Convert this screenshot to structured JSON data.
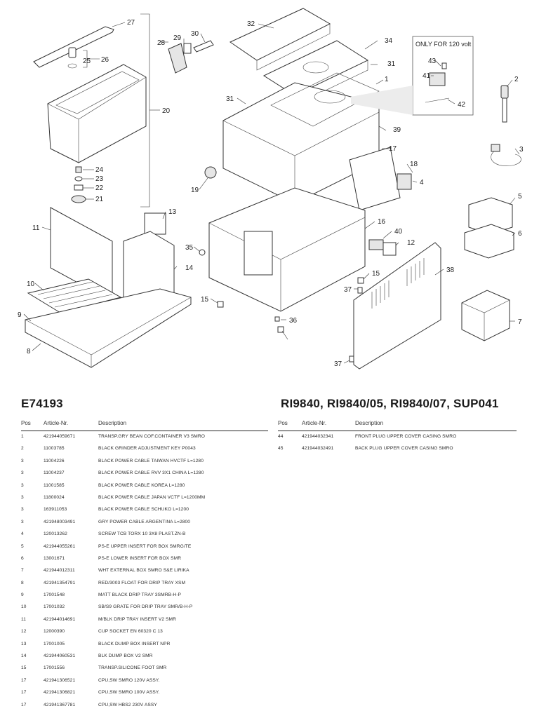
{
  "diagram": {
    "callouts": [
      "27",
      "26",
      "25",
      "20",
      "24",
      "23",
      "22",
      "21",
      "29",
      "30",
      "28",
      "32",
      "34",
      "31",
      "1",
      "31",
      "39",
      "17",
      "18",
      "4",
      "19",
      "13",
      "11",
      "35",
      "14",
      "10",
      "9",
      "8",
      "16",
      "40",
      "12",
      "15",
      "37",
      "36",
      "15",
      "38",
      "37",
      "2",
      "3",
      "5",
      "6",
      "7",
      "43",
      "41",
      "42"
    ],
    "note": "ONLY FOR 120 volt"
  },
  "left_table": {
    "title": "E74193",
    "headers": {
      "pos": "Pos",
      "article": "Article-Nr.",
      "description": "Description"
    },
    "rows": [
      {
        "pos": "1",
        "article": "421944059671",
        "description": "TRANSP.GRY BEAN COF.CONTAINER V3 SMRO"
      },
      {
        "pos": "2",
        "article": "11003785",
        "description": "BLACK GRINDER ADJUSTMENT KEY P0043"
      },
      {
        "pos": "3",
        "article": "11004226",
        "description": "BLACK POWER CABLE TAIWAN HVCTF L=1280"
      },
      {
        "pos": "3",
        "article": "11004237",
        "description": "BLACK POWER CABLE RVV 3X1 CHINA L=1280"
      },
      {
        "pos": "3",
        "article": "11001585",
        "description": "BLACK POWER CABLE KOREA L=1280"
      },
      {
        "pos": "3",
        "article": "11800024",
        "description": "BLACK POWER CABLE JAPAN VCTF L=1200MM"
      },
      {
        "pos": "3",
        "article": "163911053",
        "description": "BLACK POWER CABLE SCHUKO L=1200"
      },
      {
        "pos": "3",
        "article": "421948003491",
        "description": "GRY POWER CABLE ARGENTINA L=2800"
      },
      {
        "pos": "4",
        "article": "120013262",
        "description": "SCREW TCB TORX 10 3X8 PLAST.ZN-B"
      },
      {
        "pos": "5",
        "article": "421944055261",
        "description": "PS-E UPPER INSERT FOR BOX SMRG/TE"
      },
      {
        "pos": "6",
        "article": "13001671",
        "description": "PS-E LOWER INSERT FOR BOX SMR"
      },
      {
        "pos": "7",
        "article": "421944012311",
        "description": "WHT EXTERNAL BOX SMRO S&E LIRIKA"
      },
      {
        "pos": "8",
        "article": "421941354791",
        "description": "RED/3003 FLOAT FOR DRIP TRAY XSM"
      },
      {
        "pos": "9",
        "article": "17001548",
        "description": "MATT BLACK DRIP TRAY 3SMRB-H-P"
      },
      {
        "pos": "10",
        "article": "17001032",
        "description": "SB/S9 GRATE FOR DRIP TRAY SMR/B-H-P"
      },
      {
        "pos": "11",
        "article": "421944014691",
        "description": "M/BLK DRIP TRAY INSERT V2 SMR"
      },
      {
        "pos": "12",
        "article": "12000390",
        "description": "CUP SOCKET EN 60320 C 13"
      },
      {
        "pos": "13",
        "article": "17001005",
        "description": "BLACK DUMP BOX INSERT NPR"
      },
      {
        "pos": "14",
        "article": "421944060531",
        "description": "BLK DUMP BOX V2 SMR"
      },
      {
        "pos": "15",
        "article": "17001556",
        "description": "TRANSP.SILICONE FOOT SMR"
      },
      {
        "pos": "17",
        "article": "421941306521",
        "description": "CPU,SW SMRO 120V ASSY."
      },
      {
        "pos": "17",
        "article": "421941306821",
        "description": "CPU,SW SMRO 100V ASSY."
      },
      {
        "pos": "17",
        "article": "421941367781",
        "description": "CPU,SW HBS2 230V ASSY"
      }
    ]
  },
  "right_table": {
    "title": "RI9840, RI9840/05, RI9840/07, SUP041",
    "headers": {
      "pos": "Pos",
      "article": "Article-Nr.",
      "description": "Description"
    },
    "rows": [
      {
        "pos": "44",
        "article": "421944032341",
        "description": "FRONT PLUG UPPER COVER CASING SMRO"
      },
      {
        "pos": "45",
        "article": "421944032491",
        "description": "BACK PLUG UPPER COVER CASING SMRO"
      }
    ]
  }
}
